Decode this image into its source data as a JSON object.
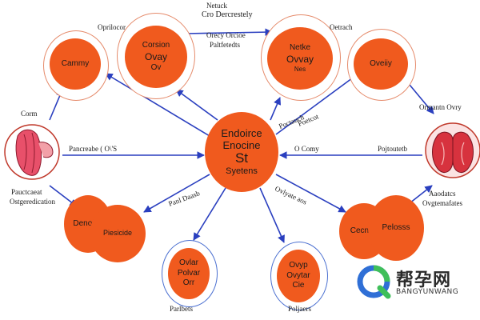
{
  "header": {
    "line1": "Netuck",
    "line2": "Cro Dercrestely"
  },
  "labels": {
    "top_left_small": "Oprilocor",
    "top_mid_1": "Orecy Orcioe",
    "top_mid_2": "Paltfetedts",
    "top_right_small": "Oetrach",
    "left_side": "Corm",
    "left_arrow": "Pancreabe ( O\\'S",
    "left_bottom_1": "Pauctcaeat",
    "left_bottom_2": "Ostgeredication",
    "right_top": "Ormantn Ovry",
    "right_arrow": "Pojtoutetb",
    "right_bottom_1": "Aaodatcs",
    "right_bottom_2": "Ovgtemafates",
    "diag_1": "Poctauch",
    "diag_2": "Poetcot",
    "mid_left": "Panl Daasb",
    "mid_right": "Ovlyate aos",
    "o_conn": "O Comy",
    "bottom_left": "Parlbets",
    "bottom_right": "Poljaers"
  },
  "nodes": {
    "n1": "Cammy",
    "n2": [
      "Corsion",
      "Ovay",
      "Ov"
    ],
    "n3": [
      "Netke",
      "Ovvay",
      "Nes"
    ],
    "n4": "Oveiiy",
    "center": [
      "Endoirce",
      "Enocine",
      "St",
      "Syetens"
    ],
    "n5": "Denoeid",
    "n6": "Piesicide",
    "n7": [
      "Ovlar",
      "Polvar",
      "Orr"
    ],
    "n8": [
      "Ovyp",
      "Ovytar",
      "Cie"
    ],
    "n9": "Cecnno",
    "n10": "Pelosss"
  },
  "logo": {
    "text": "帮孕网",
    "sub": "BANGYUNWANG"
  },
  "colors": {
    "node": "#f05a1e",
    "arrow": "#2a3fbf",
    "ring": "#e58a6a",
    "logo_green": "#3fbf5a",
    "logo_blue": "#2f6fd6"
  }
}
